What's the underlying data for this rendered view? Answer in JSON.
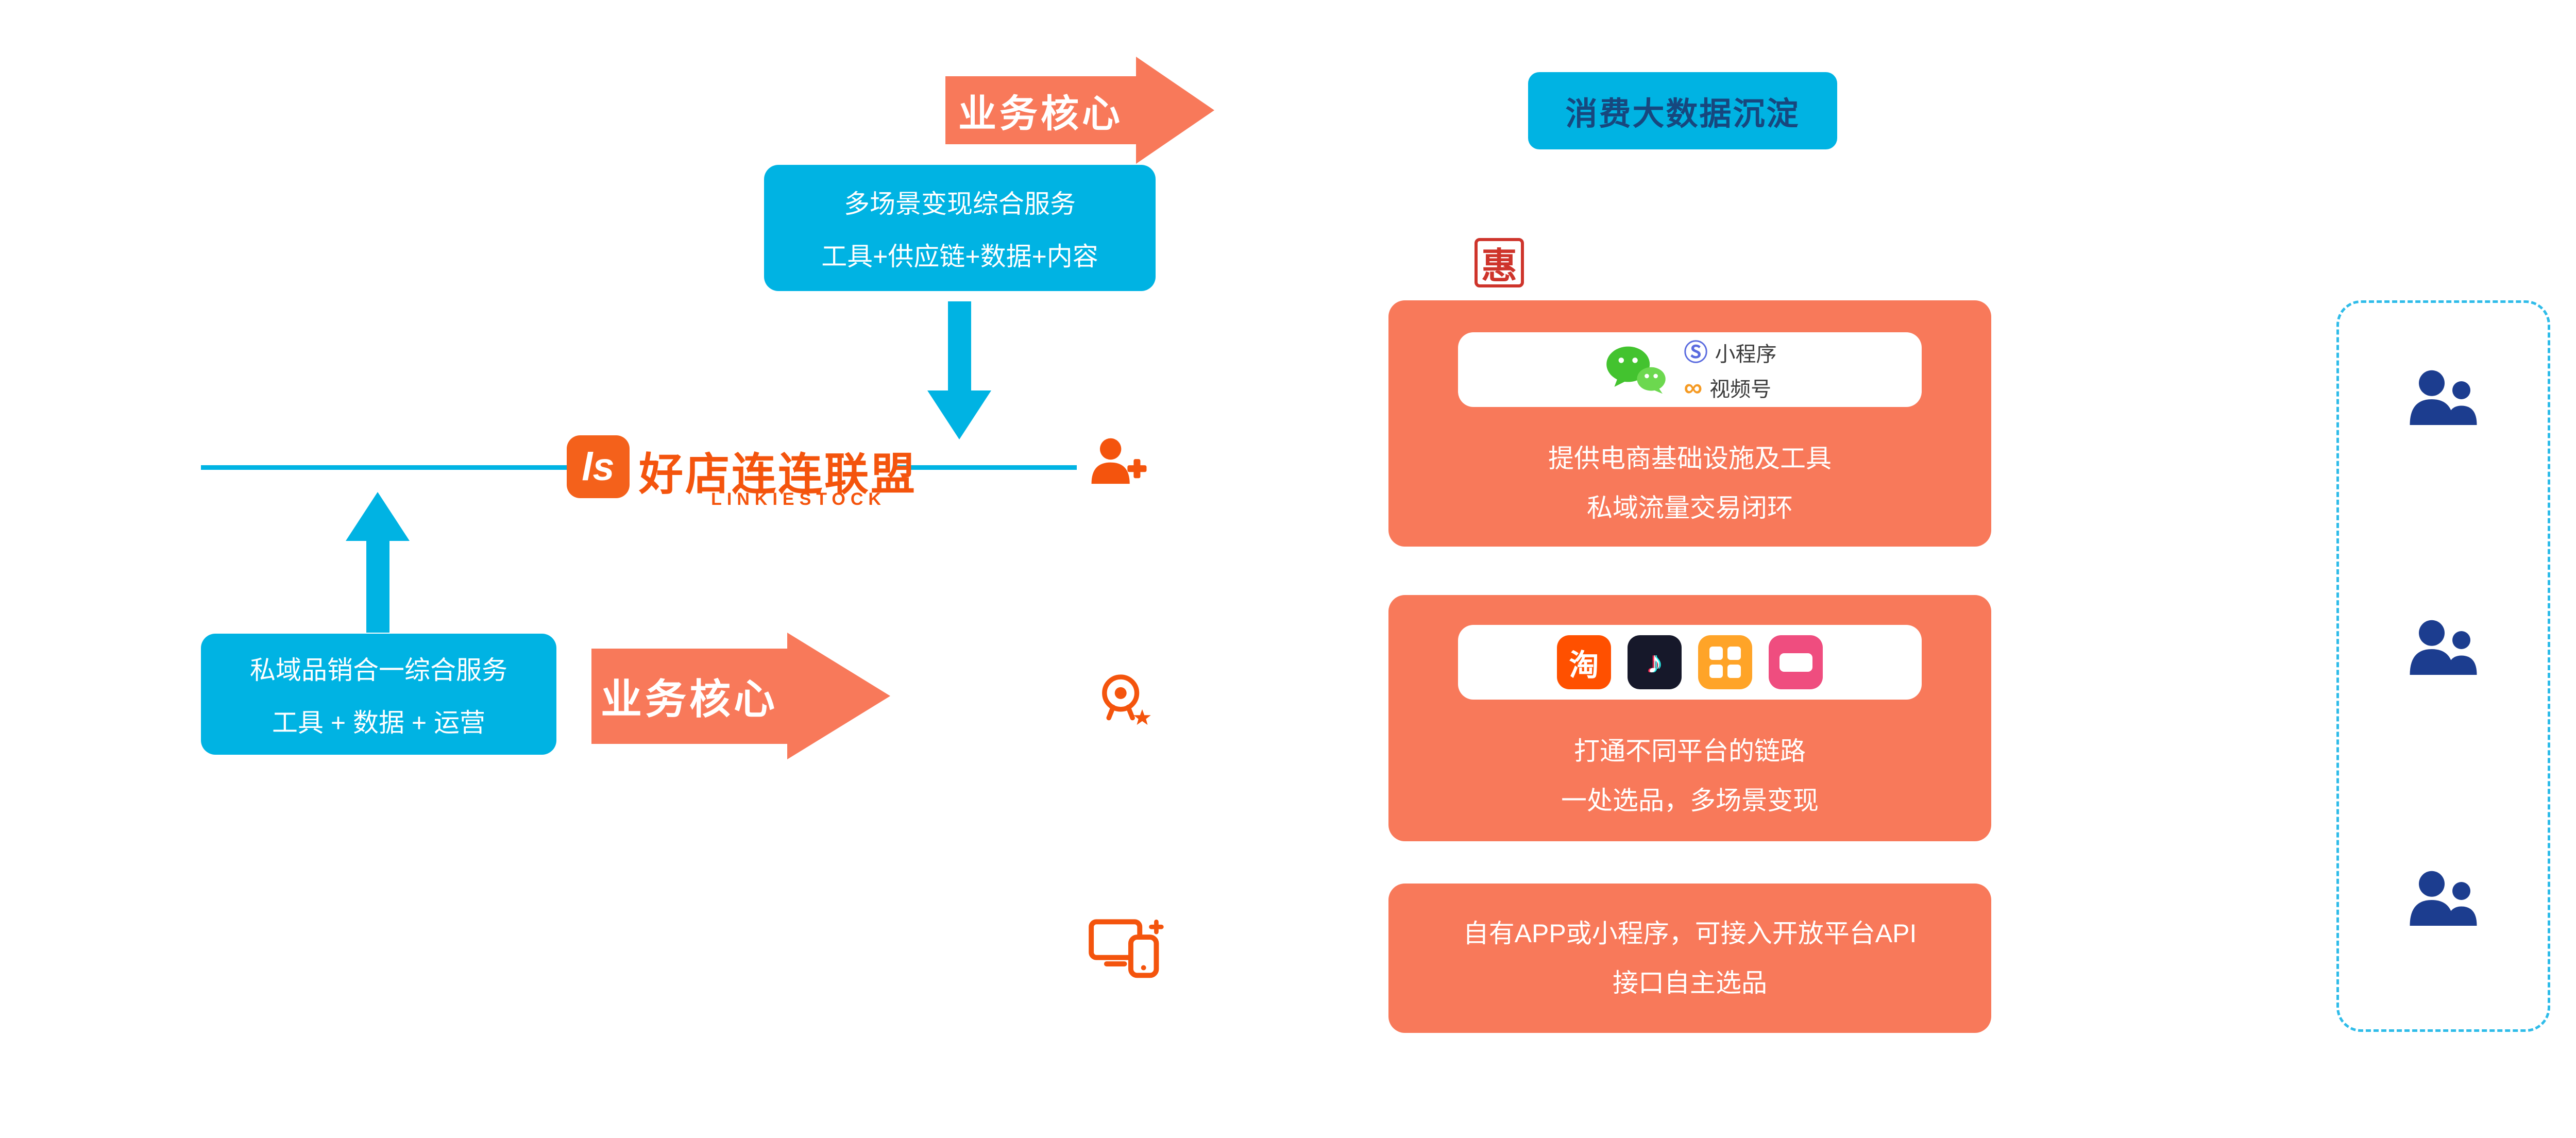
{
  "colors": {
    "cyan": "#00B3E3",
    "coral": "#F8795A",
    "brand_orange": "#F4540D",
    "navy": "#1C3D8F",
    "stamp_red": "#CE342B",
    "consumer_text": "#17477E",
    "taobao_orange": "#FF5000",
    "wechat_green": "#43C32F"
  },
  "top_arrow": {
    "label": "业务核心"
  },
  "bottom_arrow": {
    "label": "业务核心"
  },
  "top_service_box": {
    "line1": "多场景变现综合服务",
    "line2": "工具+供应链+数据+内容"
  },
  "left_service_box": {
    "line1": "私域品销合一综合服务",
    "line2": "工具 + 数据 + 运营"
  },
  "consumer_data_box": {
    "label": "消费大数据沉淀"
  },
  "logo": {
    "mark": "ls",
    "name": "好店连连联盟",
    "subtitle": "LINKIESTOCK"
  },
  "stamp": {
    "label": "惠"
  },
  "panel_wechat": {
    "mini_program_label": "小程序",
    "channels_label": "视频号",
    "line1": "提供电商基础设施及工具",
    "line2": "私域流量交易闭环"
  },
  "panel_platforms": {
    "line1": "打通不同平台的链路",
    "line2": "一处选品，多场景变现"
  },
  "panel_api": {
    "line1": "自有APP或小程序，可接入开放平台API",
    "line2": "接口自主选品"
  },
  "glyphs": {
    "mini_program": "Ⓢ",
    "channels": "∞",
    "taobao": "淘",
    "douyin_note": "♪"
  }
}
